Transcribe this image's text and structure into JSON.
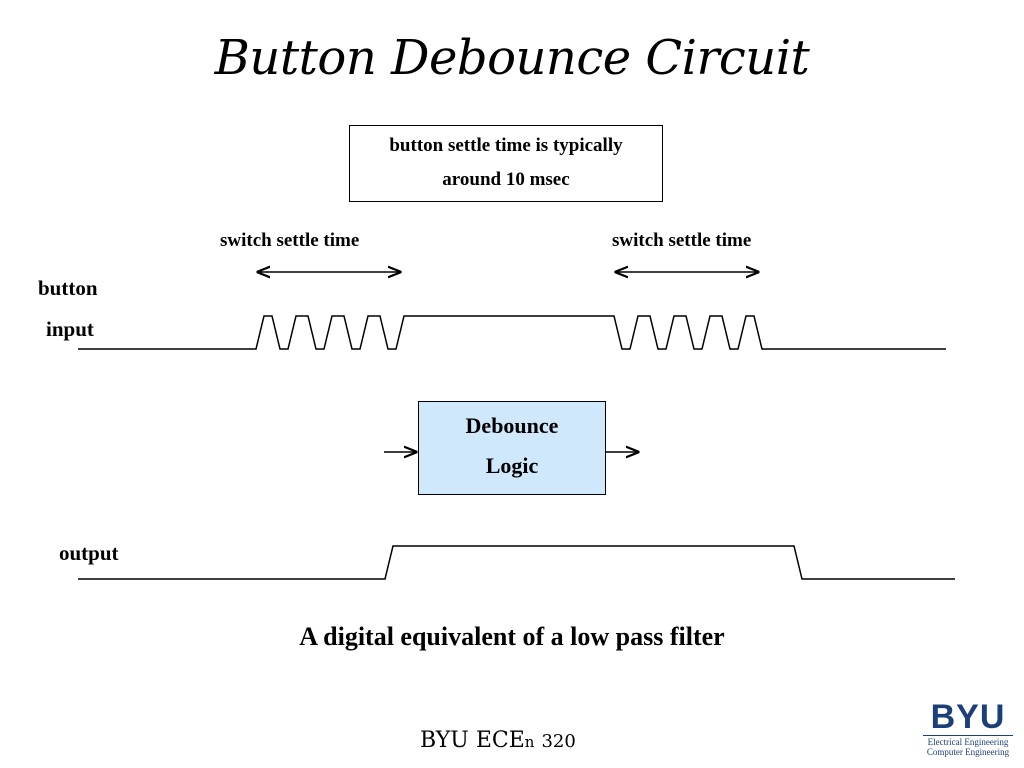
{
  "title": "Button Debounce Circuit",
  "note": {
    "line1": "button settle time is typically",
    "line2": "around 10 msec"
  },
  "settle_labels": [
    "switch settle time",
    "switch settle time"
  ],
  "signal_labels": {
    "button": "button",
    "input": "input",
    "output": "output"
  },
  "block": {
    "line1": "Debounce",
    "line2": "Logic",
    "fill": "#cfe8fb"
  },
  "caption": "A digital equivalent of a low pass filter",
  "footer": {
    "main": "BYU  ECE",
    "small": "n",
    "number": "320"
  },
  "logo": {
    "mark": "BYU",
    "line1": "Electrical Engineering",
    "line2": "Computer Engineering",
    "color": "#1c3f7a"
  }
}
